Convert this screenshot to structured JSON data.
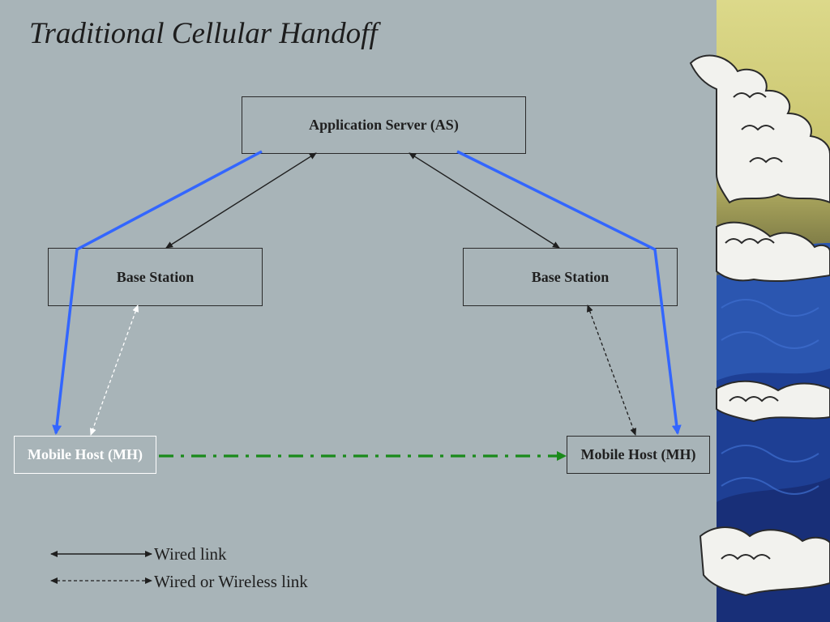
{
  "title": "Traditional Cellular Handoff",
  "nodes": {
    "app_server": "Application Server (AS)",
    "base_station_left": "Base Station",
    "base_station_right": "Base Station",
    "mobile_host_left": "Mobile Host (MH)",
    "mobile_host_right": "Mobile Host (MH)"
  },
  "legend": {
    "wired": "Wired link",
    "wired_or_wireless": "Wired or Wireless link"
  },
  "colors": {
    "background": "#a8b4b8",
    "path_blue": "#3366ff",
    "handoff_green": "#1a8a1a",
    "wired_black": "#1f1f1f",
    "wireless_white": "#ffffff"
  }
}
